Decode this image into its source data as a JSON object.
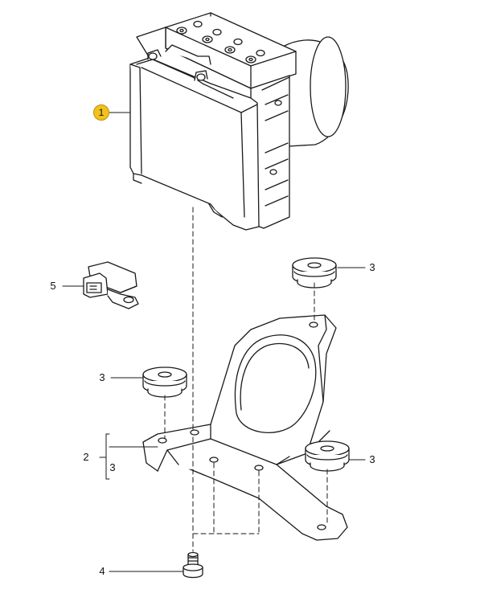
{
  "callouts": {
    "abs_unit": "1",
    "bracket": "2",
    "bracket_qty": "3",
    "damper_top": "3",
    "damper_left": "3",
    "damper_right": "3",
    "bolt": "4",
    "sensor": "5"
  },
  "colors": {
    "line": "#1a1a1a",
    "highlight": "#f2c21a"
  }
}
